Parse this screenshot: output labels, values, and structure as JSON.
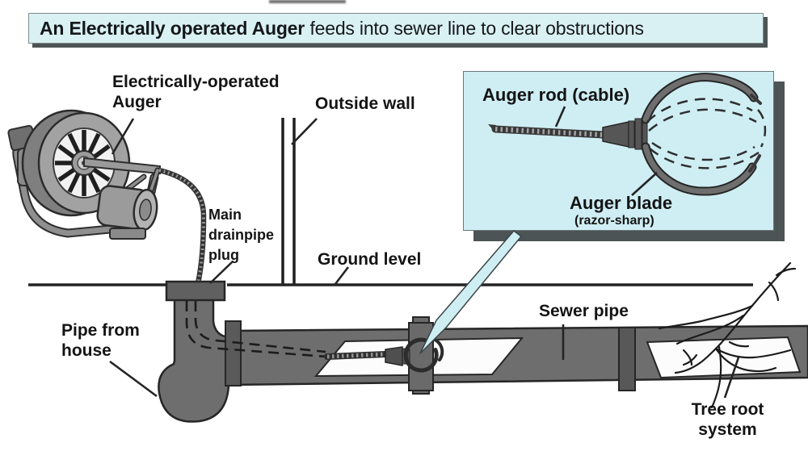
{
  "banner": {
    "title_bold": "An Electrically operated Auger",
    "title_rest": "feeds into sewer line to clear obstructions"
  },
  "labels": {
    "machine_line1": "Electrically-operated",
    "machine_line2": "Auger",
    "outside_wall": "Outside wall",
    "plug_line1": "Main",
    "plug_line2": "drainpipe",
    "plug_line3": "plug",
    "ground_level": "Ground level",
    "pipe_from_house_line1": "Pipe from",
    "pipe_from_house_line2": "house",
    "sewer_pipe": "Sewer pipe",
    "tree_root_line1": "Tree root",
    "tree_root_line2": "system"
  },
  "inset": {
    "rod_label": "Auger rod (cable)",
    "blade_label": "Auger blade",
    "blade_sublabel": "(razor-sharp)"
  },
  "colors": {
    "banner_bg": "#daf1f4",
    "inset_bg": "#cfeef4",
    "shadow_dark": "#4d5456",
    "pipe_gray": "#6e6e6e",
    "fitting_gray": "#5a5a5a",
    "outline_dark": "#262626",
    "arrow_fill": "#cfeef4",
    "text_dark": "#141414"
  }
}
